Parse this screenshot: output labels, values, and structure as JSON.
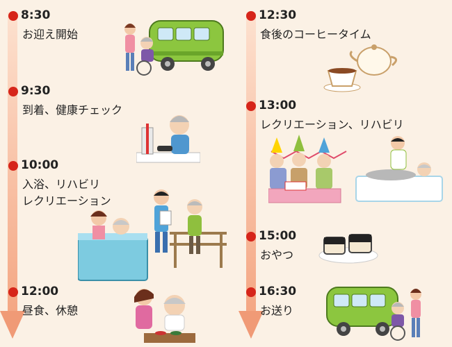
{
  "schedule_left": [
    {
      "time": "8:30",
      "lines": [
        "お迎え開始"
      ],
      "icon": "pickup-bus-illustration"
    },
    {
      "time": "9:30",
      "lines": [
        "到着、健康チェック"
      ],
      "icon": "health-check-illustration"
    },
    {
      "time": "10:00",
      "lines": [
        "入浴、リハビリ",
        "レクリエーション"
      ],
      "icon": "bath-rehab-illustration"
    },
    {
      "time": "12:00",
      "lines": [
        "昼食、休憩"
      ],
      "icon": "lunch-illustration"
    }
  ],
  "schedule_right": [
    {
      "time": "12:30",
      "lines": [
        "食後のコーヒータイム"
      ],
      "icon": "coffee-illustration"
    },
    {
      "time": "13:00",
      "lines": [
        "レクリエーション、リハビリ"
      ],
      "icon": "party-rehab-illustration"
    },
    {
      "time": "15:00",
      "lines": [
        "おやつ"
      ],
      "icon": "snack-illustration"
    },
    {
      "time": "16:30",
      "lines": [
        "お送り"
      ],
      "icon": "dropoff-bus-illustration"
    }
  ],
  "colors": {
    "background": "#fbf1e5",
    "dot": "#d6251a",
    "arrow": "#f09a76",
    "bus": "#8cc63f"
  }
}
